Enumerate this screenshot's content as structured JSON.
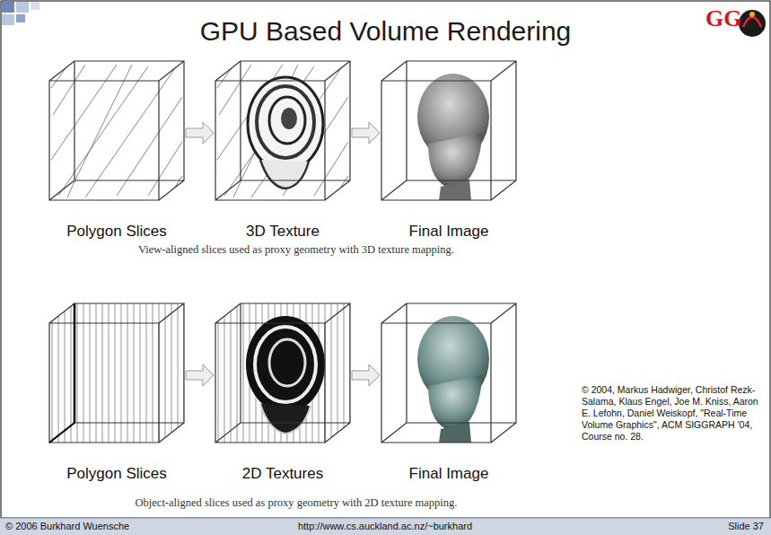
{
  "diagram": {
    "title": "GPU Based Volume Rendering",
    "nodes": [
      {
        "text": [
          "Polygon Slices"
        ]
      },
      {
        "text": [
          "3D Texture"
        ]
      },
      {
        "text": [
          "Final Image"
        ]
      },
      {
        "text": [
          "Polygon Slices"
        ]
      },
      {
        "text": [
          "2D Textures"
        ]
      },
      {
        "text": [
          "Final Image"
        ]
      }
    ],
    "edges": [
      {
        "from": 0,
        "to": 1,
        "arrow": "to"
      },
      {
        "from": 1,
        "to": 2,
        "arrow": "to"
      },
      {
        "from": 3,
        "to": 4,
        "arrow": "to"
      },
      {
        "from": 4,
        "to": 5,
        "arrow": "to"
      }
    ],
    "labels": [
      "GG",
      "View-aligned slices used as proxy geometry with 3D texture mapping.",
      "Object-aligned slices used as proxy geometry with 2D texture mapping.",
      "© 2004, Markus Hadwiger, Christof Rezk-Salama, Klaus Engel, Joe M. Kniss, Aaron E. Lefohn, Daniel Weiskopf, \"Real-Time Volume Graphics\", ACM SIGGRAPH '04, Course no. 28.",
      "© 2006 Burkhard Wuensche",
      "http://www.cs.auckland.ac.nz/~burkhard",
      "Slide 37"
    ]
  }
}
